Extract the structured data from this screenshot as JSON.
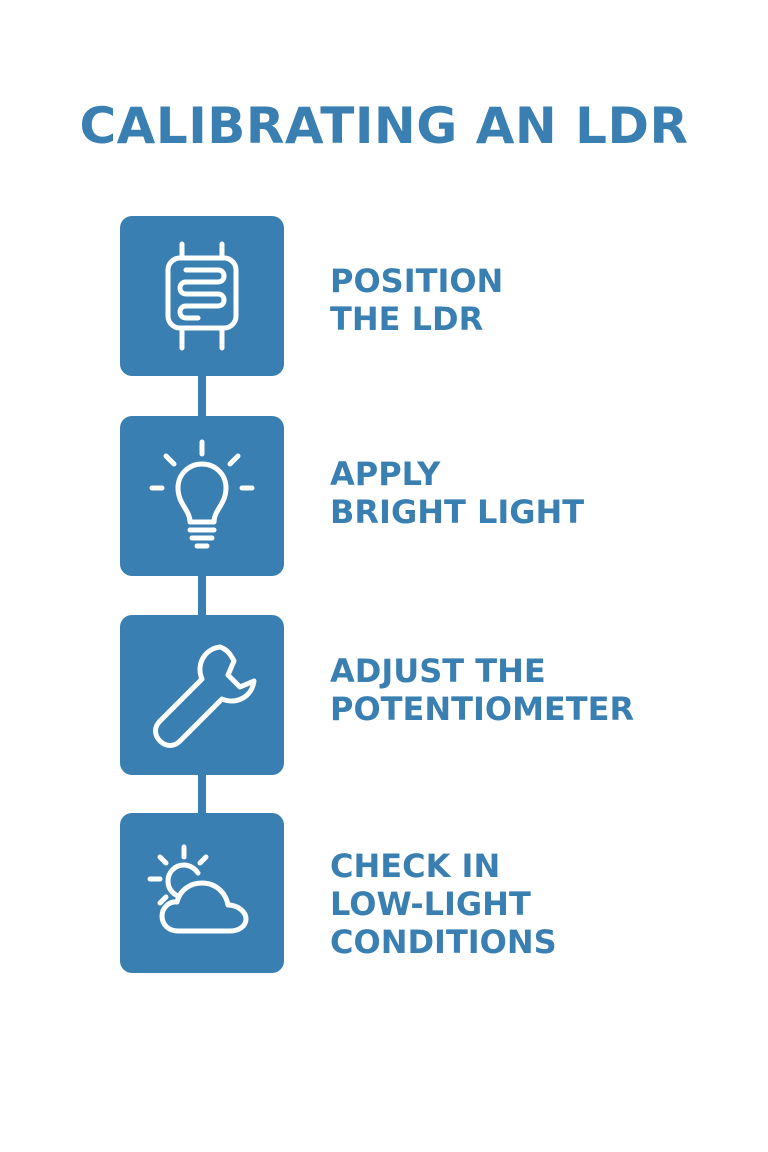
{
  "title": "CALIBRATING AN LDR",
  "accent_color": "#3a7fb1",
  "steps": [
    {
      "icon": "ldr-sensor-icon",
      "lines": [
        "POSITION",
        "THE LDR"
      ]
    },
    {
      "icon": "light-bulb-icon",
      "lines": [
        "APPLY",
        "BRIGHT LIGHT"
      ]
    },
    {
      "icon": "wrench-icon",
      "lines": [
        "ADJUST THE",
        "POTENTIOMETER"
      ]
    },
    {
      "icon": "sun-cloud-icon",
      "lines": [
        "CHECK IN",
        "LOW-LIGHT",
        "CONDITIONS"
      ]
    }
  ]
}
